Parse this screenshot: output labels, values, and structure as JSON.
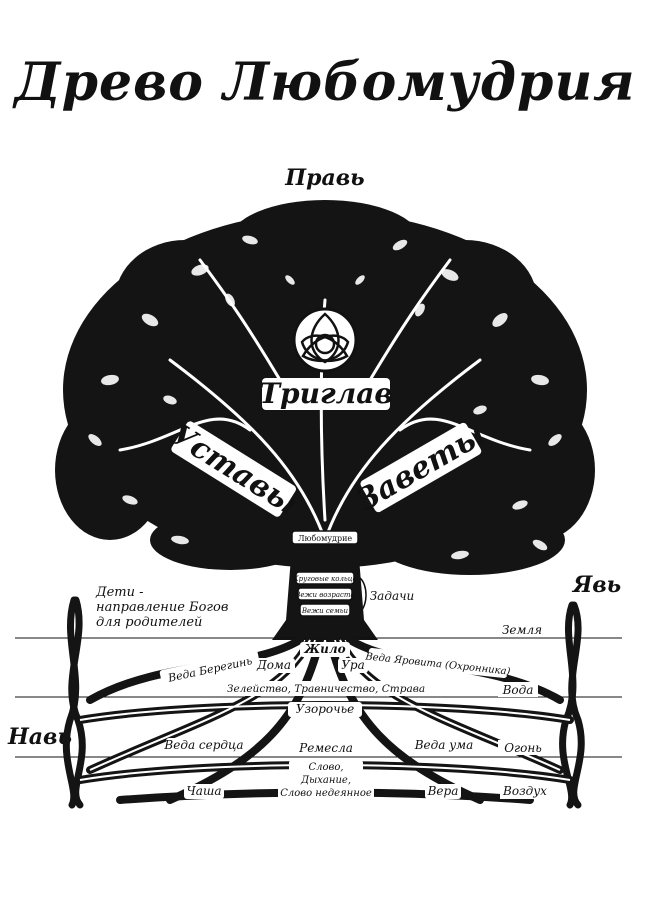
{
  "title": "Древо Любомудрия",
  "realms": {
    "prav": "Правь",
    "yav": "Явь",
    "nav": "Навь"
  },
  "crown": {
    "center": "Триглав",
    "left": "Уставы",
    "right": "Заветы"
  },
  "trunk": {
    "top": "Любомудрие",
    "rings": [
      "Круговые кольца",
      "Вежи возраста",
      "Вежи семьи"
    ],
    "tasks": "Задачи",
    "base": "Жило"
  },
  "children_note": [
    "Дети -",
    "направление Богов",
    "для родителей"
  ],
  "levels": {
    "earth": "Земля",
    "water": "Вода",
    "fire": "Огонь",
    "air": "Воздух"
  },
  "roots": {
    "veda_beregini": "Веда Берегинь",
    "doma": "Дома",
    "ura": "Ура",
    "veda_yarovita": "Веда Яровита (Охронника)",
    "zeleystvo": "Зелейство, Травничество, Страва",
    "uzorochye": "Узорочье",
    "veda_serdtsa": "Веда сердца",
    "remesla": "Ремесла",
    "veda_uma": "Веда ума",
    "slovo": "Слово,",
    "dyhanie": "Дыхание,",
    "slovo_nedeyannoe": "Слово недеянное",
    "chasha": "Чаша",
    "vera": "Вера"
  }
}
